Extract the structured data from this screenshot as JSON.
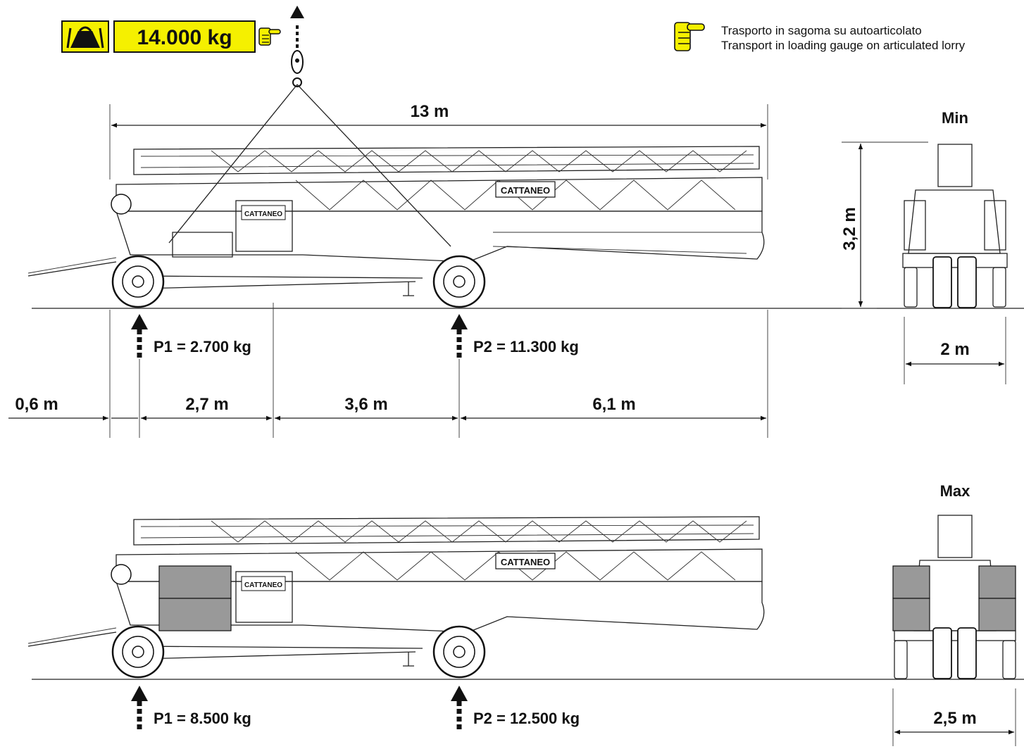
{
  "header": {
    "total_weight": "14.000 kg",
    "icons": {
      "weight": "weight-icon",
      "hand": "pointing-hand-icon"
    },
    "colors": {
      "highlight": "#f5f000",
      "ballast": "#999999"
    }
  },
  "transport_note": {
    "line_it": "Trasporto in sagoma su autoarticolato",
    "line_en": "Transport in loading gauge on articulated lorry"
  },
  "config_min": {
    "label": "Min",
    "length": "13 m",
    "height": "3,2 m",
    "width": "2 m",
    "p1": "P1 = 2.700 kg",
    "p2": "P2 = 11.300 kg",
    "segments": [
      "0,6 m",
      "2,7 m",
      "3,6 m",
      "6,1 m"
    ]
  },
  "config_max": {
    "label": "Max",
    "width": "2,5 m",
    "p1": "P1 = 8.500 kg",
    "p2": "P2 = 12.500 kg"
  },
  "brand": {
    "main": "CATTANEO",
    "small": "CATTANEO"
  }
}
